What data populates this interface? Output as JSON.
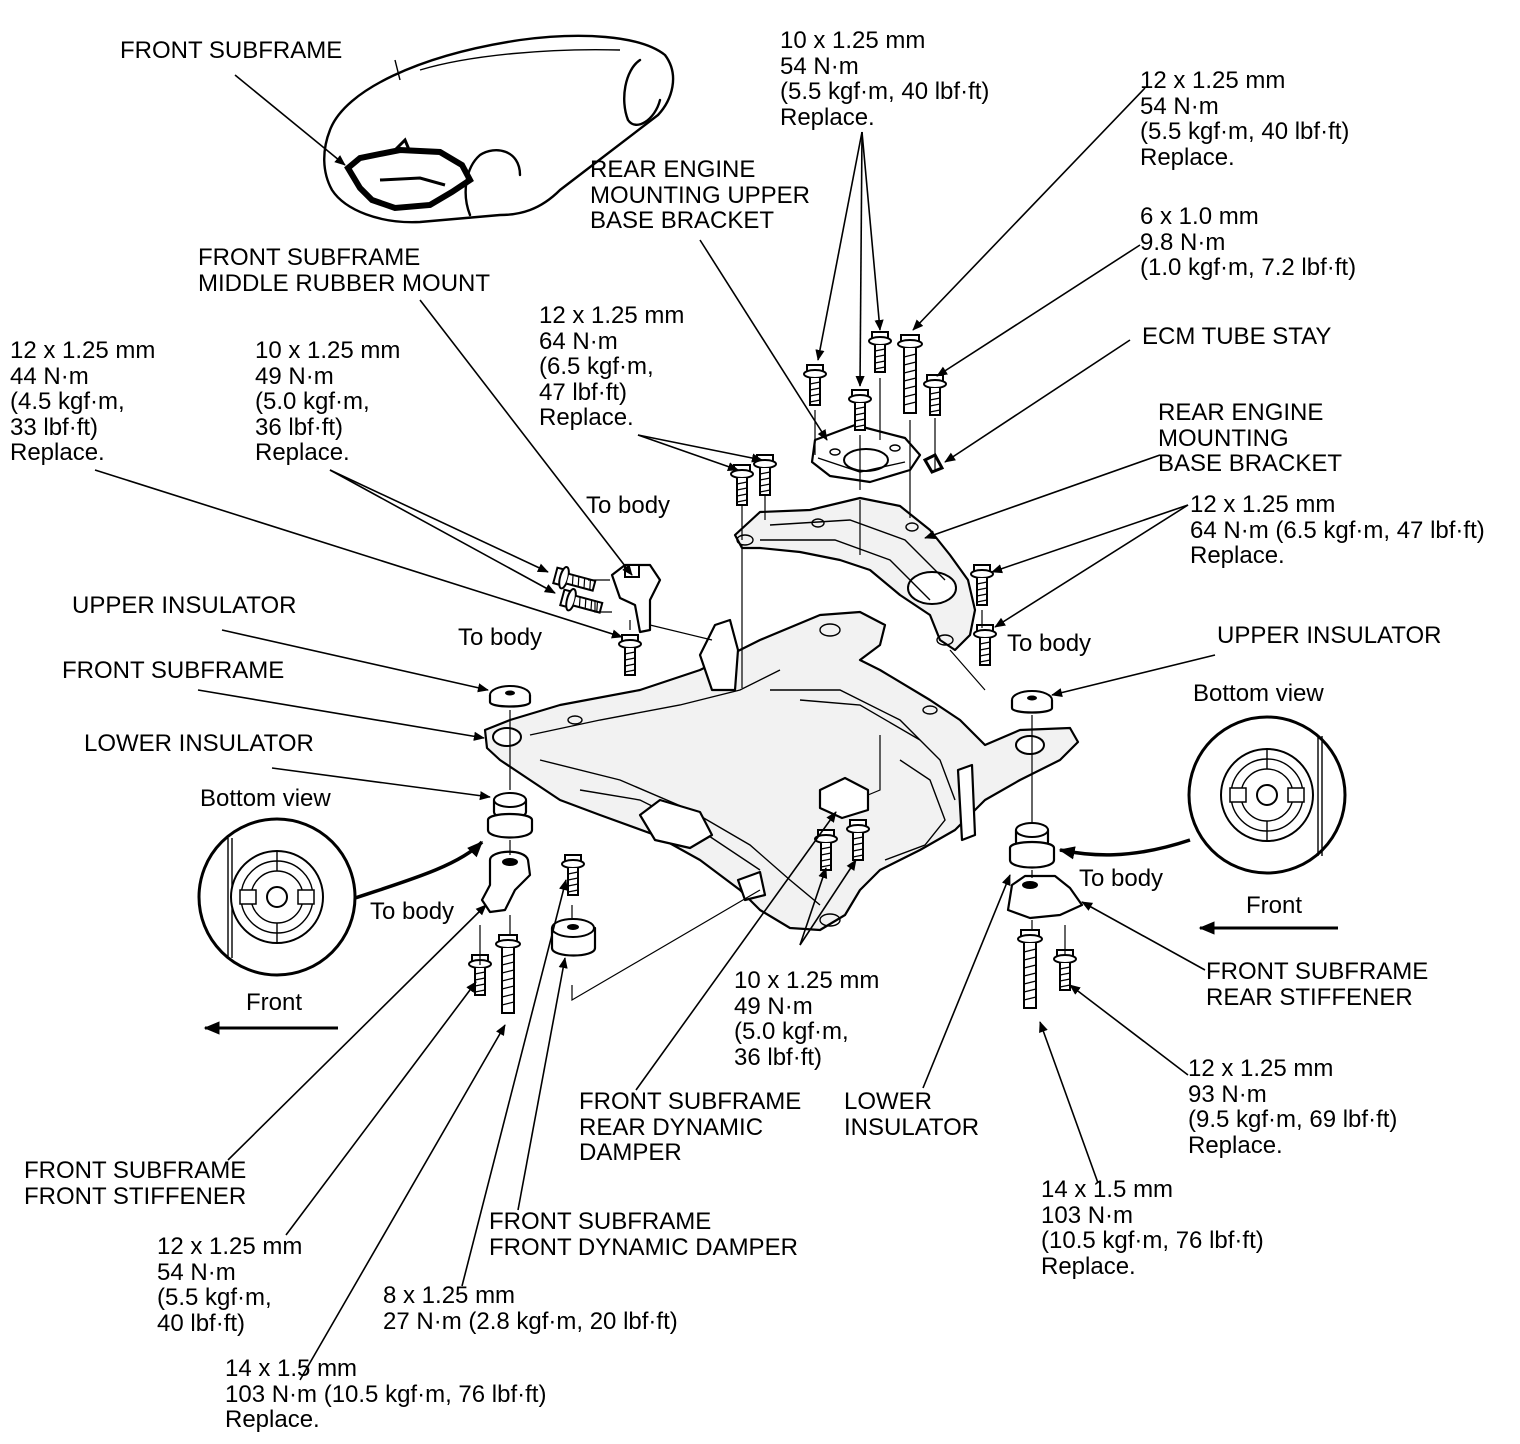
{
  "labels": {
    "front_subframe_overview": [
      "FRONT SUBFRAME"
    ],
    "bolt_top_10": [
      "10 x 1.25 mm",
      "54 N·m",
      "(5.5 kgf·m, 40 lbf·ft)",
      "Replace."
    ],
    "bolt_top_12": [
      "12 x 1.25 mm",
      "54 N·m",
      "(5.5 kgf·m, 40 lbf·ft)",
      "Replace."
    ],
    "rear_engine_upper_bracket": [
      "REAR ENGINE",
      "MOUNTING UPPER",
      "BASE BRACKET"
    ],
    "bolt_6x1": [
      "6 x 1.0 mm",
      "9.8 N·m",
      "(1.0 kgf·m, 7.2 lbf·ft)"
    ],
    "middle_rubber_mount": [
      "FRONT SUBFRAME",
      "MIDDLE RUBBER MOUNT"
    ],
    "ecm_tube_stay": [
      "ECM TUBE STAY"
    ],
    "bolt_12_64_center": [
      "12 x 1.25 mm",
      "64 N·m",
      "(6.5 kgf·m,",
      "47 lbf·ft)",
      "Replace."
    ],
    "bolt_12_44": [
      "12 x 1.25 mm",
      "44 N·m",
      "(4.5 kgf·m,",
      "33 lbf·ft)",
      "Replace."
    ],
    "bolt_10_49_left": [
      "10 x 1.25 mm",
      "49 N·m",
      "(5.0 kgf·m,",
      "36 lbf·ft)",
      "Replace."
    ],
    "rear_engine_bracket": [
      "REAR ENGINE",
      "MOUNTING",
      "BASE BRACKET"
    ],
    "to_body_middle": [
      "To body"
    ],
    "bolt_12_64_right": [
      "12 x 1.25 mm",
      "64 N·m (6.5 kgf·m, 47 lbf·ft)",
      "Replace."
    ],
    "upper_insulator_left": [
      "UPPER INSULATOR"
    ],
    "to_body_left": [
      "To body"
    ],
    "to_body_right": [
      "To body"
    ],
    "upper_insulator_right": [
      "UPPER INSULATOR"
    ],
    "front_subframe_main": [
      "FRONT SUBFRAME"
    ],
    "bottom_view_right": [
      "Bottom view"
    ],
    "lower_insulator_left": [
      "LOWER INSULATOR"
    ],
    "bottom_view_left": [
      "Bottom view"
    ],
    "to_body_lower_right": [
      "To body"
    ],
    "front_right": [
      "Front"
    ],
    "to_body_lower_left": [
      "To body"
    ],
    "bolt_10_49_center": [
      "10 x 1.25 mm",
      "49 N·m",
      "(5.0 kgf·m,",
      "36 lbf·ft)"
    ],
    "rear_stiffener": [
      "FRONT SUBFRAME",
      "REAR STIFFENER"
    ],
    "front_left": [
      "Front"
    ],
    "rear_dynamic_damper": [
      "FRONT SUBFRAME",
      "REAR DYNAMIC",
      "DAMPER"
    ],
    "lower_insulator_right": [
      "LOWER",
      "INSULATOR"
    ],
    "bolt_12_93": [
      "12 x 1.25 mm",
      "93 N·m",
      "(9.5 kgf·m, 69 lbf·ft)",
      "Replace."
    ],
    "front_stiffener": [
      "FRONT SUBFRAME",
      "FRONT STIFFENER"
    ],
    "bolt_14_103_right": [
      "14 x 1.5 mm",
      "103 N·m",
      "(10.5 kgf·m, 76 lbf·ft)",
      "Replace."
    ],
    "front_dynamic_damper": [
      "FRONT SUBFRAME",
      "FRONT DYNAMIC DAMPER"
    ],
    "bolt_12_54_bottom": [
      "12 x 1.25 mm",
      "54 N·m",
      "(5.5 kgf·m,",
      "40 lbf·ft)"
    ],
    "bolt_8x125": [
      "8 x 1.25 mm",
      "27 N·m (2.8 kgf·m, 20 lbf·ft)"
    ],
    "bolt_14_103_left": [
      "14 x 1.5 mm",
      "103 N·m (10.5 kgf·m, 76 lbf·ft)",
      "Replace."
    ]
  }
}
